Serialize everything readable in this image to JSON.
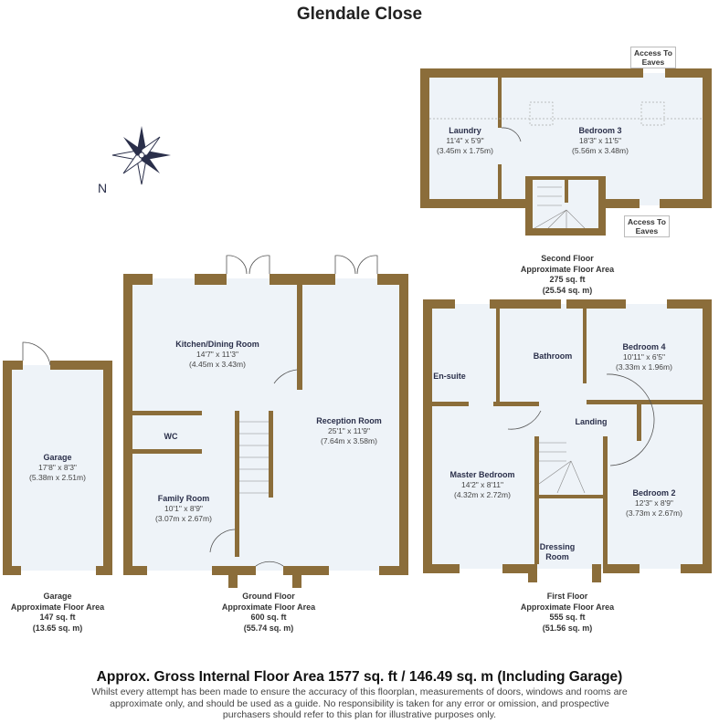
{
  "title": "Glendale Close",
  "colors": {
    "wall": "#8b6d3a",
    "floor": "#eef3f8",
    "text": "#2a2f4a"
  },
  "compass": {
    "icon": "compass-rose-icon",
    "north_label": "N"
  },
  "second_floor": {
    "rooms": [
      {
        "name": "Laundry",
        "imperial": "11'4\" x 5'9\"",
        "metric": "(3.45m x 1.75m)"
      },
      {
        "name": "Bedroom 3",
        "imperial": "18'3\" x 11'5\"",
        "metric": "(5.56m x 3.48m)"
      }
    ],
    "eaves_top": {
      "line1": "Access To",
      "line2": "Eaves"
    },
    "eaves_bottom": {
      "line1": "Access To",
      "line2": "Eaves"
    },
    "area": {
      "line1": "Second Floor",
      "line2": "Approximate Floor Area",
      "sqft": "275 sq. ft",
      "sqm": "(25.54 sq. m)"
    }
  },
  "ground_floor": {
    "rooms": [
      {
        "name": "Kitchen/Dining Room",
        "imperial": "14'7\" x 11'3\"",
        "metric": "(4.45m x 3.43m)"
      },
      {
        "name": "Reception Room",
        "imperial": "25'1\" x 11'9\"",
        "metric": "(7.64m x 3.58m)"
      },
      {
        "name": "WC"
      },
      {
        "name": "Family Room",
        "imperial": "10'1\" x 8'9\"",
        "metric": "(3.07m x 2.67m)"
      }
    ],
    "area": {
      "line1": "Ground Floor",
      "line2": "Approximate Floor Area",
      "sqft": "600 sq. ft",
      "sqm": "(55.74 sq. m)"
    }
  },
  "garage": {
    "room": {
      "name": "Garage",
      "imperial": "17'8\" x 8'3\"",
      "metric": "(5.38m x 2.51m)"
    },
    "area": {
      "line1": "Garage",
      "line2": "Approximate Floor Area",
      "sqft": "147 sq. ft",
      "sqm": "(13.65 sq. m)"
    }
  },
  "first_floor": {
    "rooms": [
      {
        "name": "Bedroom 4",
        "imperial": "10'11\" x 6'5\"",
        "metric": "(3.33m x 1.96m)"
      },
      {
        "name": "Bathroom"
      },
      {
        "name": "En-suite"
      },
      {
        "name": "Landing"
      },
      {
        "name": "Master Bedroom",
        "imperial": "14'2\" x 8'11\"",
        "metric": "(4.32m x 2.72m)"
      },
      {
        "name": "Bedroom 2",
        "imperial": "12'3\" x 8'9\"",
        "metric": "(3.73m x 2.67m)"
      },
      {
        "name": "Dressing",
        "name2": "Room"
      }
    ],
    "area": {
      "line1": "First Floor",
      "line2": "Approximate Floor Area",
      "sqft": "555 sq. ft",
      "sqm": "(51.56 sq. m)"
    }
  },
  "footer": {
    "gross": "Approx. Gross Internal Floor Area 1577 sq. ft / 146.49 sq. m (Including Garage)",
    "disclaimer": "Whilst every attempt has been made to ensure the accuracy of this floorplan, measurements of doors, windows and rooms are approximate only, and should be used as a guide. No responsibility is taken for any error or omission, and prospective purchasers should refer to this plan for illustrative purposes only."
  }
}
